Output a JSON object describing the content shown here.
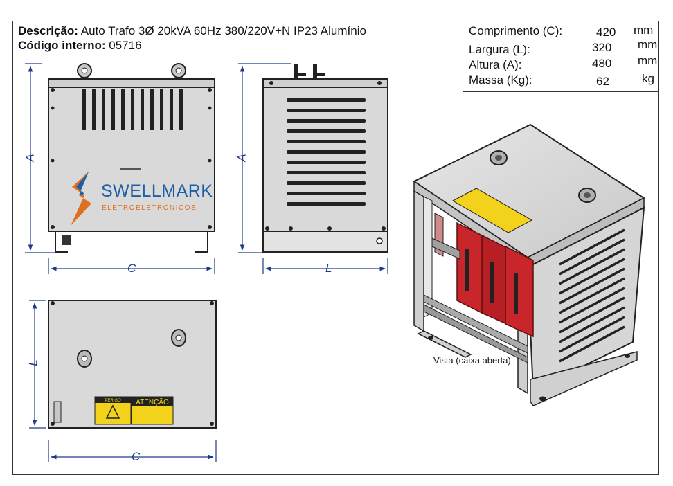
{
  "description": {
    "label": "Descrição:",
    "value": "Auto Trafo 3Ø 20kVA 60Hz 380/220V+N IP23 Alumínio"
  },
  "internal_code": {
    "label": "Código interno:",
    "value": "05716"
  },
  "specs": [
    {
      "label": "Comprimento  (C):",
      "value": "420",
      "unit": "mm"
    },
    {
      "label": "Largura (L):",
      "value": "320",
      "unit": "mm"
    },
    {
      "label": "Altura (A):",
      "value": "480",
      "unit": "mm"
    },
    {
      "label": "Massa (Kg):",
      "value": "62",
      "unit": "kg"
    }
  ],
  "brand": {
    "name": "SWELLMARK",
    "tagline": "ELETROELETRÔNICOS",
    "blue": "#1b5fa8",
    "orange": "#e07020"
  },
  "dimensions": {
    "front_height": "A",
    "front_width": "C",
    "side_height": "A",
    "side_width": "L",
    "top_depth": "L",
    "top_width": "C"
  },
  "labels": {
    "warning_right": "ATENÇÃO",
    "warning_left": "PERIGO"
  },
  "caption": "Vista (caixa aberta)",
  "colors": {
    "body": "#d9d9d9",
    "line": "#1e3a8a",
    "coil": "#c8262a",
    "warning": "#f2d21b"
  }
}
